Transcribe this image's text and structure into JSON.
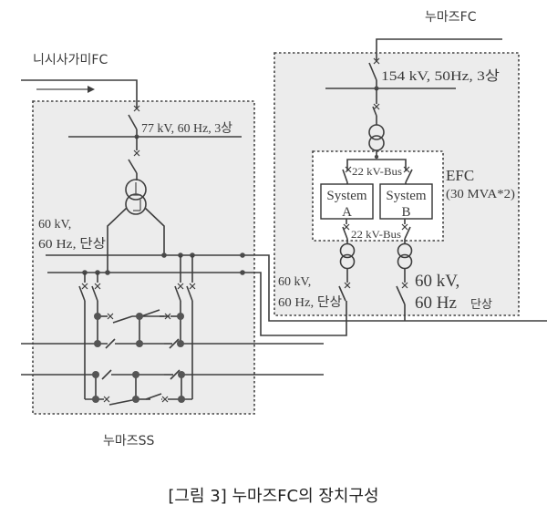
{
  "diagram": {
    "type": "single-line electrical diagram",
    "caption": "[그림 3] 누마즈FC의 장치구성",
    "sources": {
      "nishisagami": {
        "label": "니시사가미FC",
        "flow_direction": "right"
      },
      "numazu_fc": {
        "label": "누마즈FC"
      }
    },
    "substation": {
      "label": "누마즈SS",
      "incoming_bus": "77 kV, 60 Hz, 3상",
      "outgoing_bus_line1": "60 kV,",
      "outgoing_bus_line2": "60 Hz, 단상"
    },
    "converter_station": {
      "incoming_bus": "154 kV, 50Hz, 3상",
      "efc_label": "EFC",
      "efc_rating": "(30 MVA*2)",
      "bus_upper": "22 kV-Bus",
      "bus_lower": "22 kV-Bus",
      "system_a_line1": "System",
      "system_a_line2": "A",
      "system_b_line1": "System",
      "system_b_line2": "B",
      "output_left_line1": "60 kV,",
      "output_left_line2": "60 Hz, 단상",
      "output_right_line1": "60 kV,",
      "output_right_line2": "60 Hz",
      "output_right_line2_suffix": "단상"
    }
  }
}
